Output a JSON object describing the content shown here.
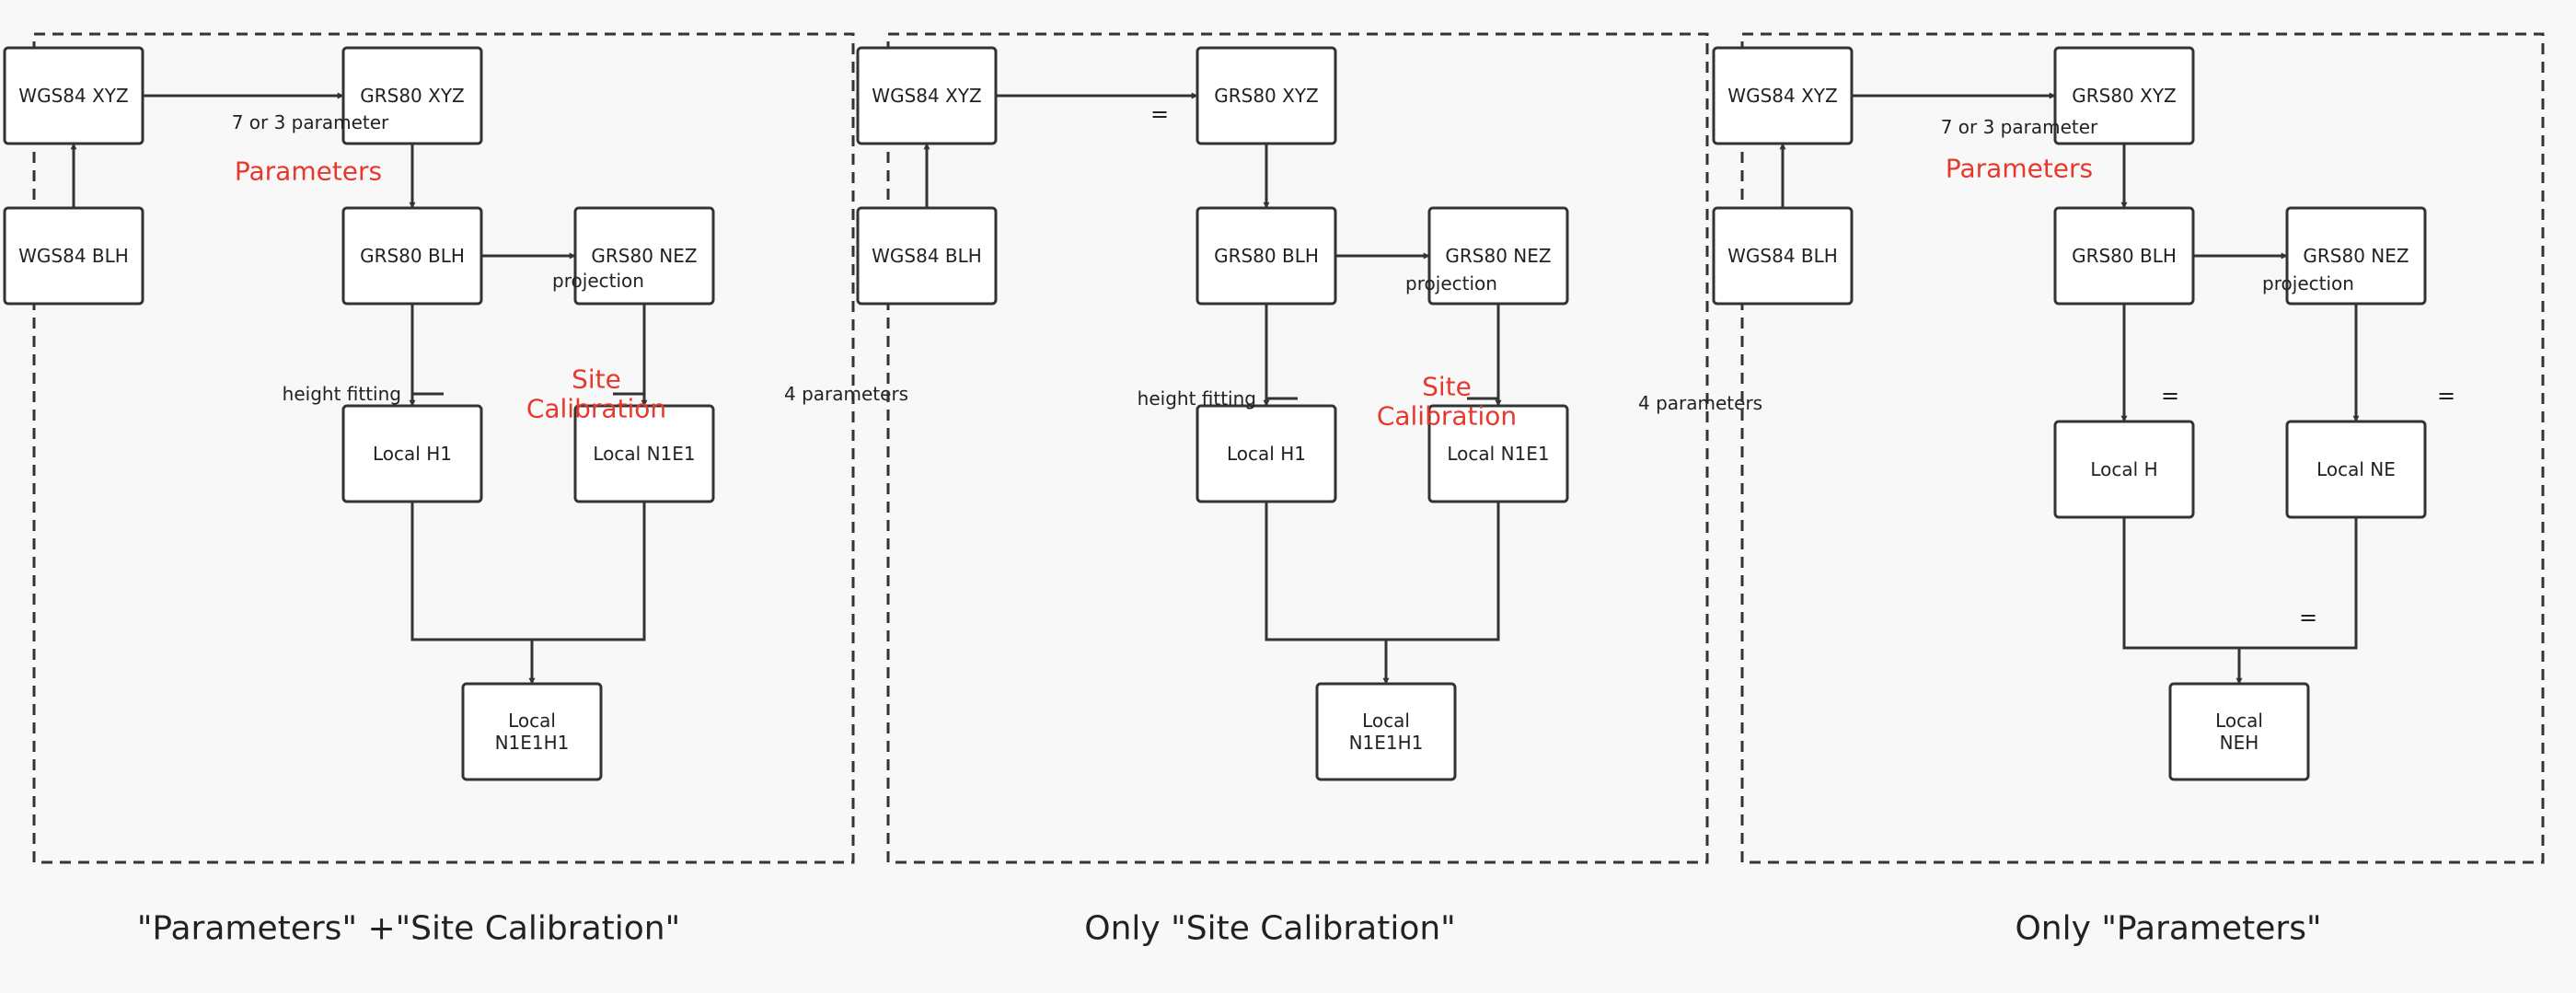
{
  "panels": [
    {
      "caption": "\"Parameters\" +\"Site Calibration\"",
      "nodes": {
        "wgs84_xyz": "WGS84 XYZ",
        "wgs84_blh": "WGS84 BLH",
        "grs80_xyz": "GRS80 XYZ",
        "grs80_blh": "GRS80 BLH",
        "grs80_nez": "GRS80 NEZ",
        "local_h": "Local H1",
        "local_ne": "Local N1E1",
        "local_final": [
          "Local",
          "N1E1H1"
        ]
      },
      "labels": {
        "top_edge": "7 or 3 parameter",
        "red_top": "Parameters",
        "projection": "projection",
        "left_side": "height fitting",
        "right_side": "4 parameters",
        "red_mid": [
          "Site",
          "Calibration"
        ]
      }
    },
    {
      "caption": "Only \"Site Calibration\"",
      "nodes": {
        "wgs84_xyz": "WGS84 XYZ",
        "wgs84_blh": "WGS84 BLH",
        "grs80_xyz": "GRS80 XYZ",
        "grs80_blh": "GRS80 BLH",
        "grs80_nez": "GRS80 NEZ",
        "local_h": "Local H1",
        "local_ne": "Local N1E1",
        "local_final": [
          "Local",
          "N1E1H1"
        ]
      },
      "labels": {
        "top_edge": "=",
        "projection": "projection",
        "left_side": "height fitting",
        "right_side": "4 parameters",
        "red_mid": [
          "Site",
          "Calibration"
        ]
      }
    },
    {
      "caption": "Only \"Parameters\"",
      "nodes": {
        "wgs84_xyz": "WGS84 XYZ",
        "wgs84_blh": "WGS84 BLH",
        "grs80_xyz": "GRS80 XYZ",
        "grs80_blh": "GRS80 BLH",
        "grs80_nez": "GRS80 NEZ",
        "local_h": "Local H",
        "local_ne": "Local NE",
        "local_final": [
          "Local",
          "NEH"
        ]
      },
      "labels": {
        "top_edge": "7 or 3 parameter",
        "red_top": "Parameters",
        "projection": "projection",
        "left_side": "=",
        "right_side": "=",
        "merge": "="
      }
    }
  ]
}
